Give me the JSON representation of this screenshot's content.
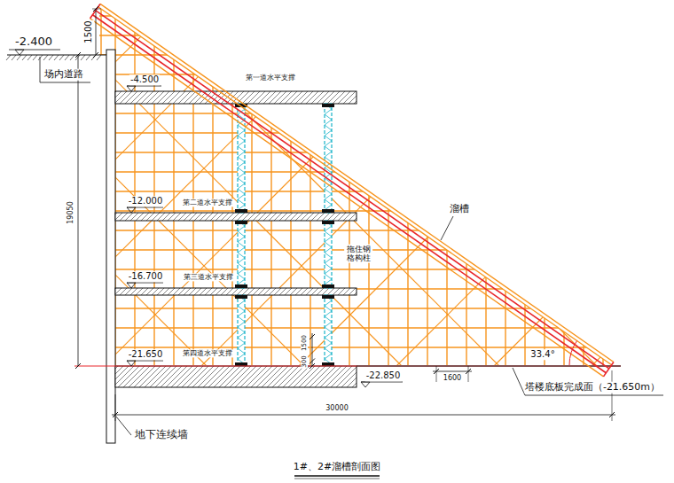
{
  "diagram": {
    "caption": "1#、2#溜槽剖面图",
    "labels": [
      "-2.400",
      "1500",
      "场内道路",
      "-4.500",
      "第一道水平支撑",
      "19050",
      "-12.000",
      "第二道水平支撑",
      "拖住钢格构柱",
      "溜槽",
      "-16.700",
      "第三道水平支撑",
      "-21.650",
      "第四道水平支撑",
      "300",
      "1500",
      "33.4°",
      "-22.850",
      "1600",
      "塔楼底板完成面（-21.650m）",
      "30000",
      "地下连续墙"
    ]
  }
}
